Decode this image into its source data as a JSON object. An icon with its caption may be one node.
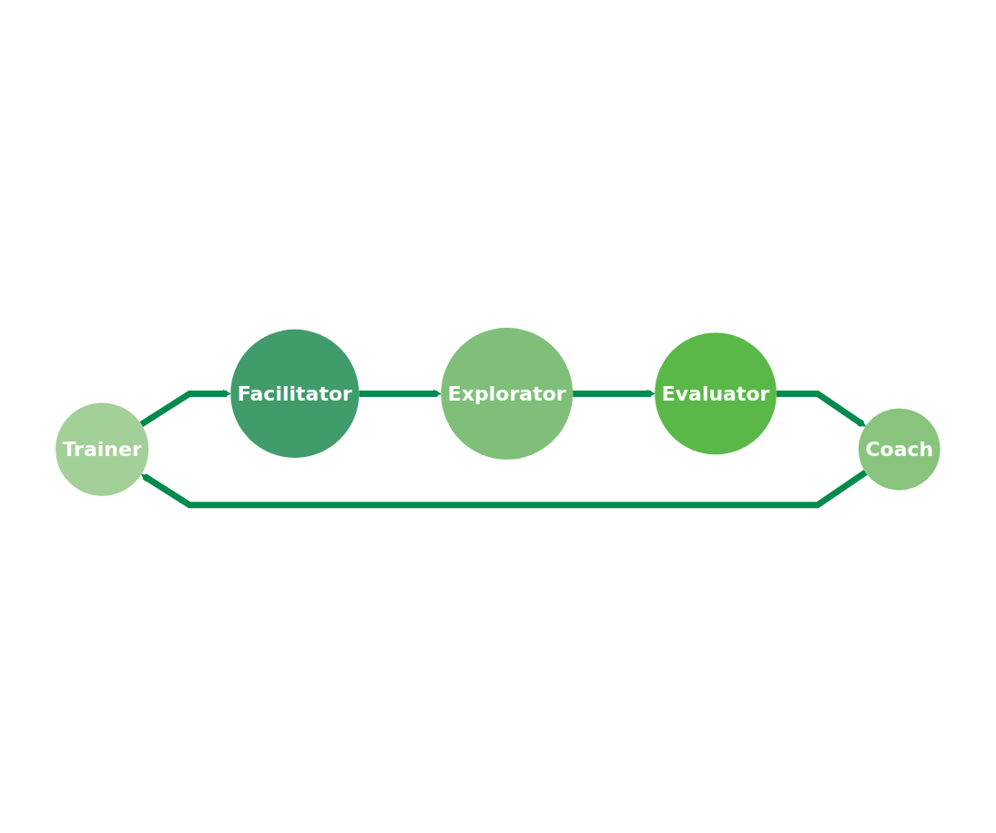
{
  "diagram": {
    "nodes": [
      {
        "text": [
          "Trainer"
        ]
      },
      {
        "text": [
          "Facilitator"
        ]
      },
      {
        "text": [
          "Explorator"
        ]
      },
      {
        "text": [
          "Evaluator"
        ]
      },
      {
        "text": [
          "Coach"
        ]
      }
    ],
    "edges": [
      {
        "from": 0,
        "to": 1,
        "arrow": "to"
      },
      {
        "from": 1,
        "to": 2,
        "arrow": "to"
      },
      {
        "from": 2,
        "to": 3,
        "arrow": "to"
      },
      {
        "from": 3,
        "to": 4,
        "arrow": "to"
      },
      {
        "from": 4,
        "to": 0,
        "arrow": "to"
      }
    ]
  }
}
